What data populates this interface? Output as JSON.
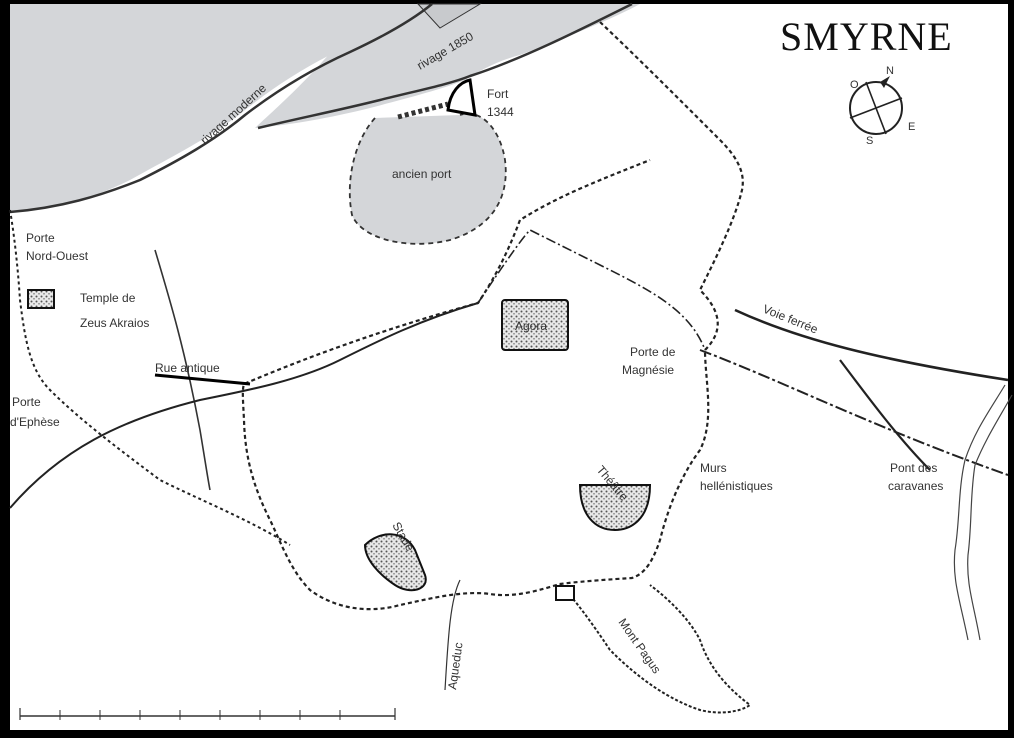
{
  "map": {
    "title": "SMYRNE",
    "colors": {
      "background": "#ffffff",
      "sea": "#d4d6d9",
      "ink": "#1a1a1a",
      "frame": "#000000"
    },
    "compass": {
      "n": "N",
      "e": "E",
      "s": "S",
      "o": "O"
    },
    "labels": {
      "rivage_moderne": "rivage moderne",
      "rivage_1850": "rivage 1850",
      "fort": "Fort",
      "fort_year": "1344",
      "ancien_port": "ancien port",
      "porte_nord_ouest_1": "Porte",
      "porte_nord_ouest_2": "Nord-Ouest",
      "temple_1": "Temple de",
      "temple_2": "Zeus Akraios",
      "rue_antique": "Rue antique",
      "porte_ephese_1": "Porte",
      "porte_ephese_2": "d'Ephèse",
      "agora": "Agora",
      "porte_magnesie_1": "Porte de",
      "porte_magnesie_2": "Magnésie",
      "voie_ferree": "Voie ferrée",
      "theatre": "Théâtre",
      "murs_1": "Murs",
      "murs_2": "hellénistiques",
      "pont_1": "Pont des",
      "pont_2": "caravanes",
      "stade": "Stade",
      "aqueduc": "Aqueduc",
      "mont_pagus": "Mont Pagus"
    }
  }
}
